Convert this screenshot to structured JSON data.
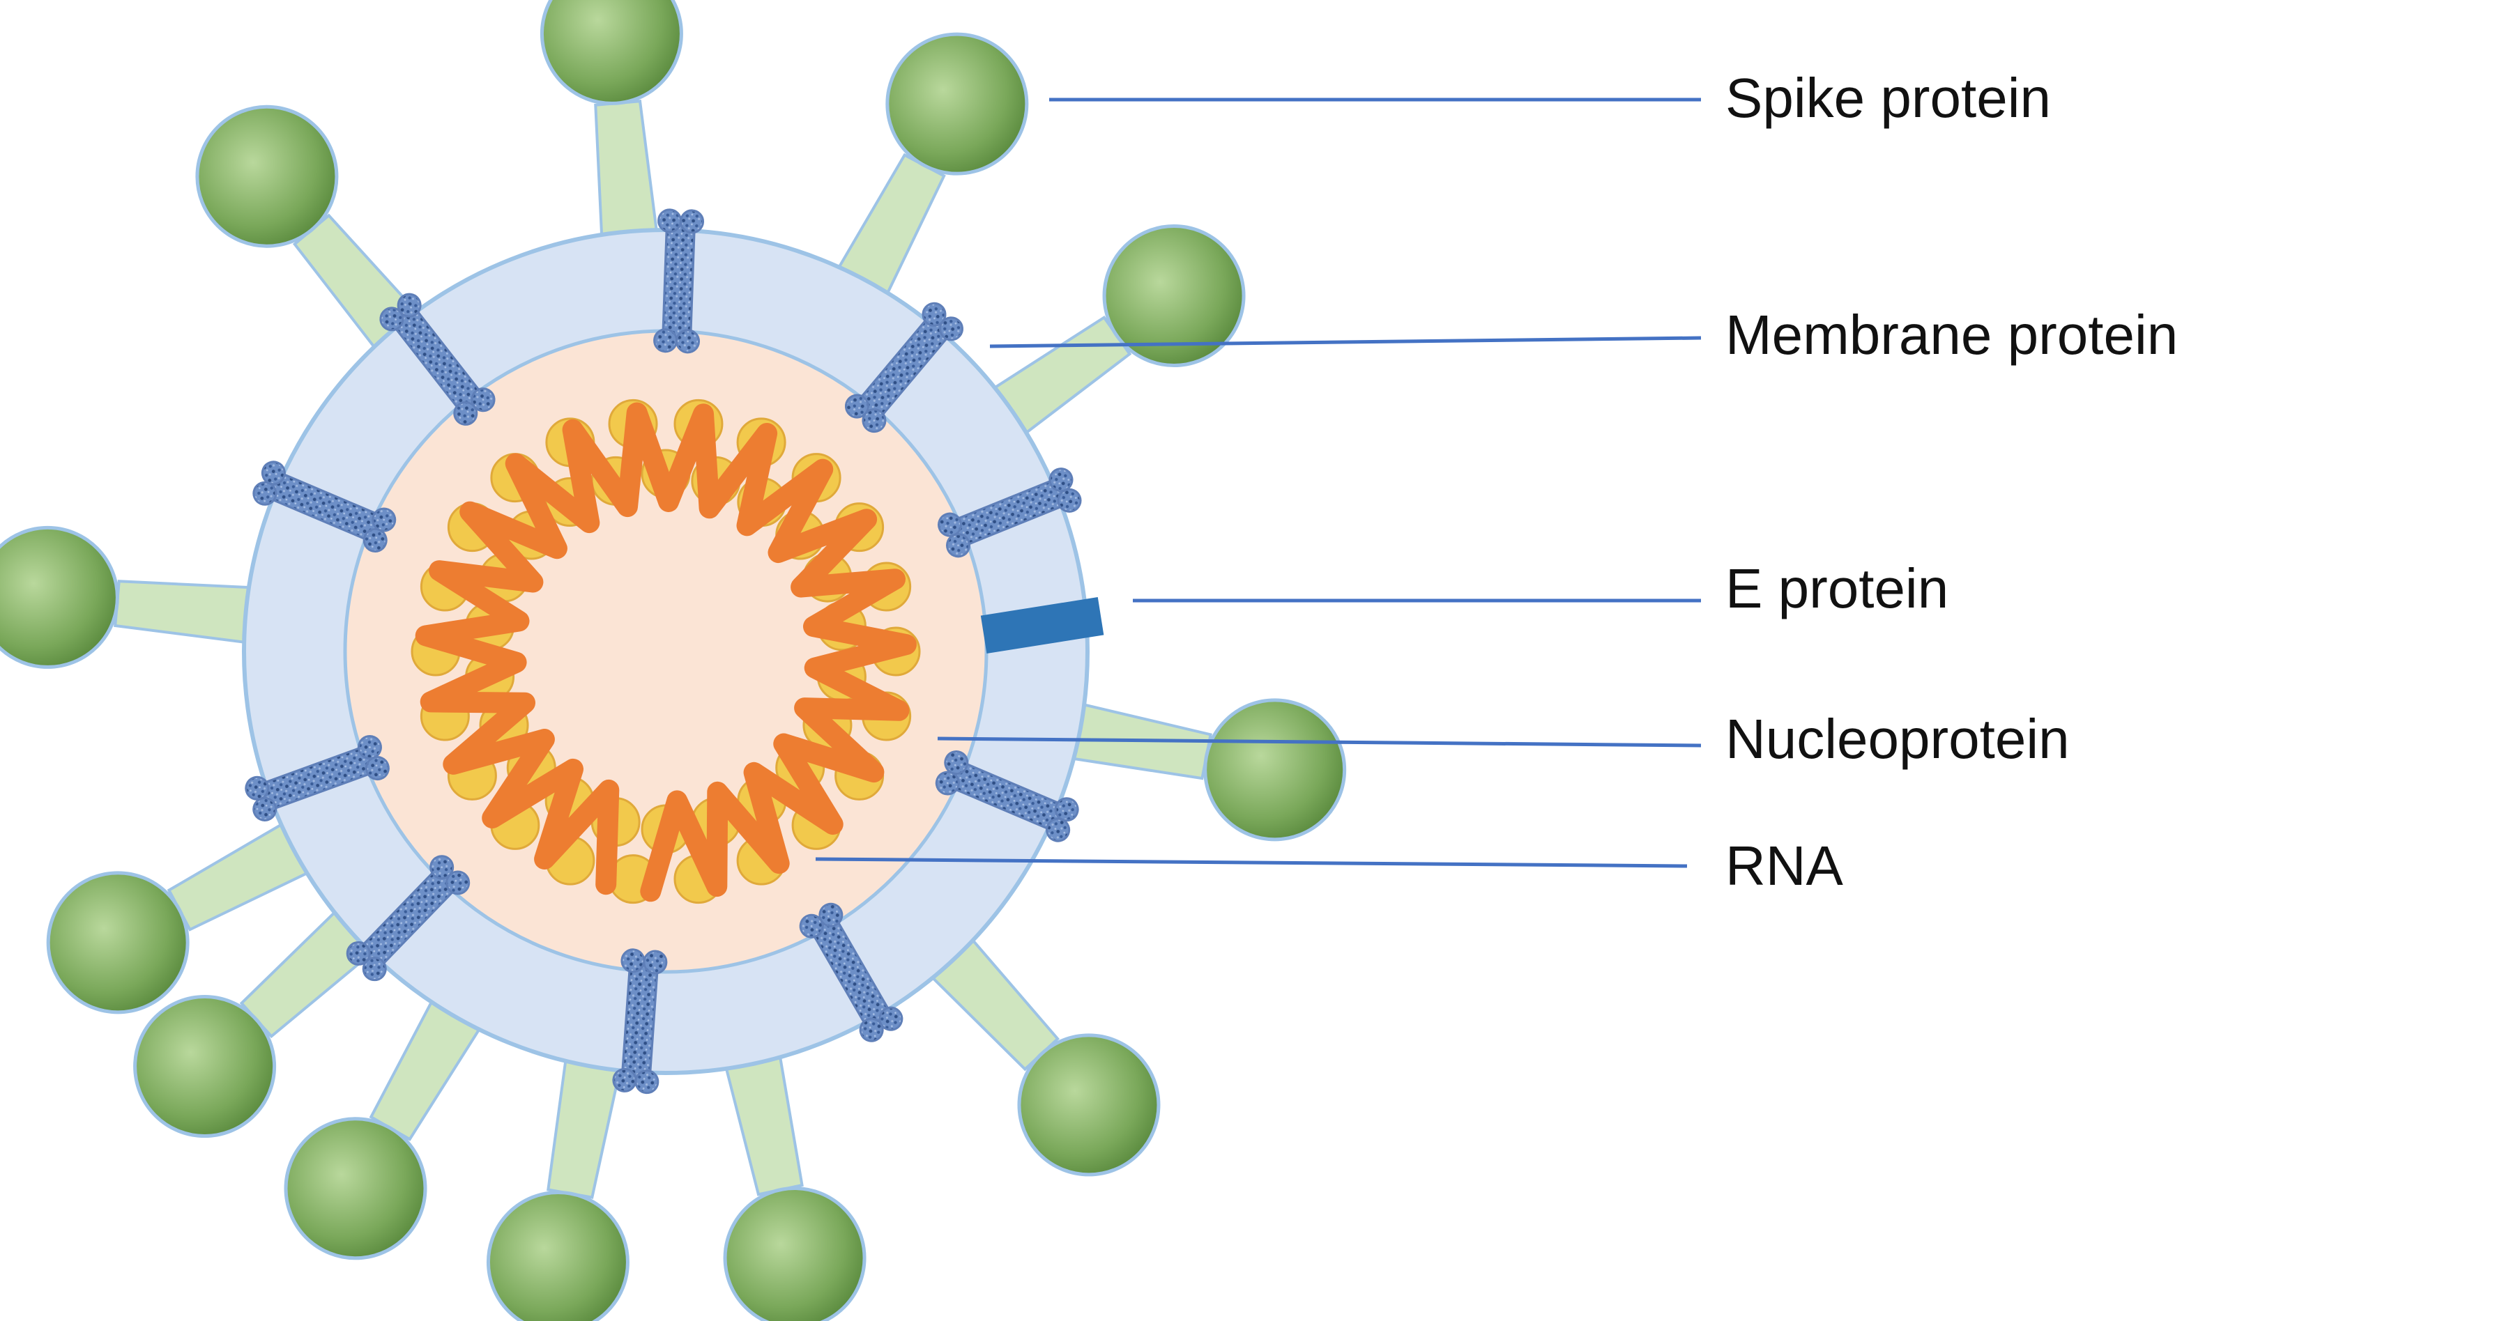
{
  "labels": {
    "spike": "Spike protein",
    "membrane": "Membrane protein",
    "e_protein": "E protein",
    "nucleoprotein": "Nucleoprotein",
    "rna": "RNA"
  },
  "colors": {
    "spike_head": "#7aa85a",
    "spike_stalk": "#cfe5bf",
    "envelope": "#d7e3f4",
    "envelope_stroke": "#9dc3e6",
    "capsid": "#fbe4d5",
    "membrane_protein": "#5f7fb8",
    "e_protein": "#2e75b6",
    "nucleoprotein": "#f2c94c",
    "rna": "#ed7d31",
    "leader_line": "#4472c4"
  }
}
